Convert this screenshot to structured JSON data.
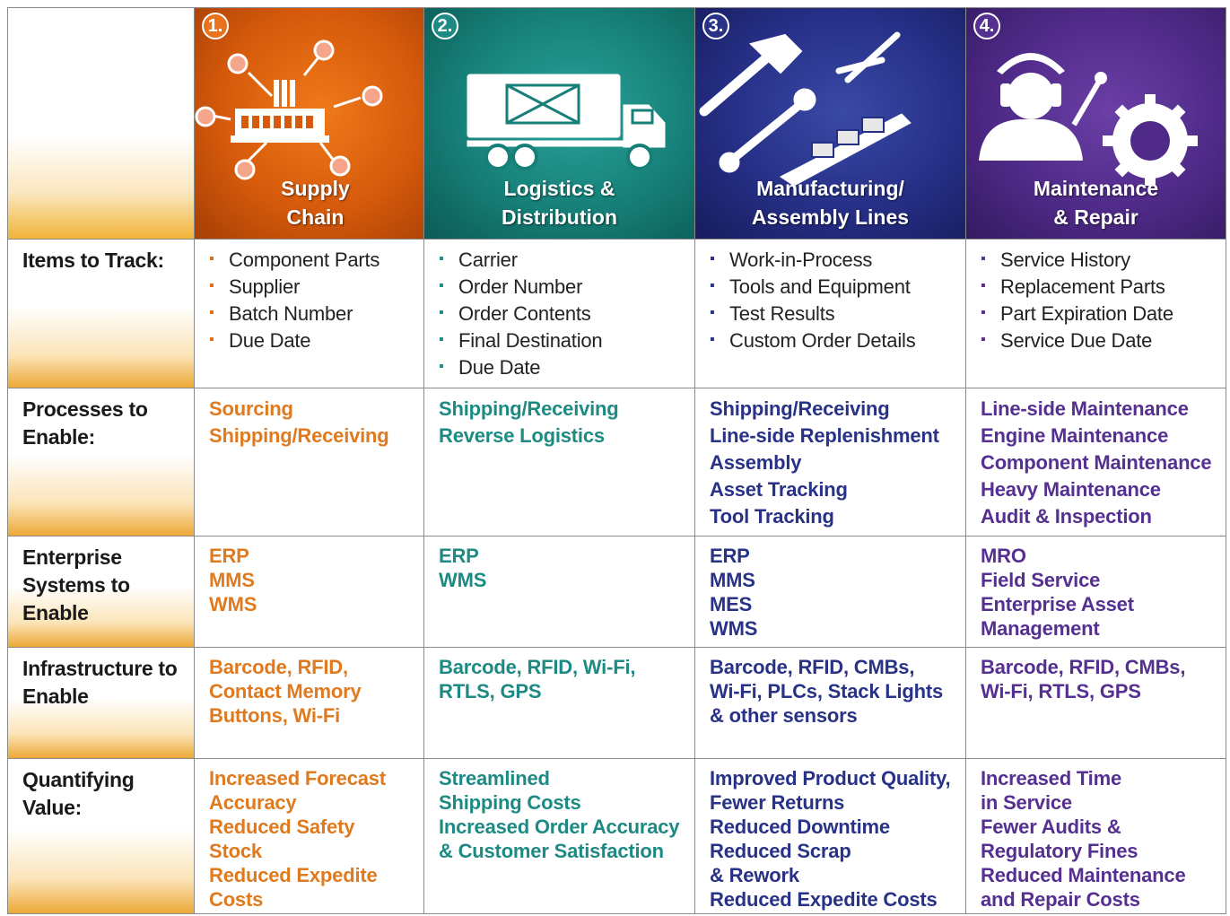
{
  "header": {
    "columns": [
      {
        "num": "1.",
        "title_line1": "Supply",
        "title_line2": "Chain",
        "icon": "factory-network-icon"
      },
      {
        "num": "2.",
        "title_line1": "Logistics &",
        "title_line2": "Distribution",
        "icon": "truck-icon"
      },
      {
        "num": "3.",
        "title_line1": "Manufacturing/",
        "title_line2": "Assembly Lines",
        "icon": "tools-icon"
      },
      {
        "num": "4.",
        "title_line1": "Maintenance",
        "title_line2": "& Repair",
        "icon": "technician-gear-icon"
      }
    ]
  },
  "rows": {
    "items": {
      "label": "Items to Track:",
      "col1": [
        "Component Parts",
        "Supplier",
        "Batch Number",
        "Due Date"
      ],
      "col2": [
        "Carrier",
        "Order Number",
        "Order Contents",
        "Final Destination",
        "Due Date"
      ],
      "col3": [
        "Work-in-Process",
        "Tools and Equipment",
        "Test Results",
        "Custom Order Details"
      ],
      "col4": [
        "Service History",
        "Replacement Parts",
        "Part Expiration Date",
        "Service Due Date"
      ]
    },
    "processes": {
      "label_line1": "Processes to",
      "label_line2": "Enable:",
      "col1": [
        "Sourcing",
        "Shipping/Receiving"
      ],
      "col2": [
        "Shipping/Receiving",
        "Reverse Logistics"
      ],
      "col3": [
        "Shipping/Receiving",
        "Line-side Replenishment",
        "Assembly",
        "Asset Tracking",
        "Tool Tracking"
      ],
      "col4": [
        "Line-side Maintenance",
        "Engine Maintenance",
        "Component Maintenance",
        "Heavy Maintenance",
        "Audit & Inspection"
      ]
    },
    "enterprise": {
      "label_line1": "Enterprise",
      "label_line2": "Systems to",
      "label_line3": "Enable",
      "col1": [
        "ERP",
        "MMS",
        "WMS"
      ],
      "col2": [
        "ERP",
        "WMS"
      ],
      "col3": [
        "ERP",
        "MMS",
        "MES",
        "WMS"
      ],
      "col4": [
        "MRO",
        "Field Service",
        "Enterprise Asset",
        "Management"
      ]
    },
    "infrastructure": {
      "label_line1": "Infrastructure to",
      "label_line2": "Enable",
      "col1": [
        "Barcode, RFID,",
        "Contact Memory",
        "Buttons, Wi-Fi"
      ],
      "col2": [
        "Barcode, RFID, Wi-Fi,",
        "RTLS, GPS"
      ],
      "col3": [
        "Barcode, RFID, CMBs,",
        "Wi-Fi, PLCs, Stack Lights",
        "& other sensors"
      ],
      "col4": [
        "Barcode, RFID, CMBs,",
        "Wi-Fi, RTLS, GPS"
      ]
    },
    "value": {
      "label_line1": "Quantifying",
      "label_line2": "Value:",
      "col1": [
        "Increased Forecast",
        "Accuracy",
        "Reduced Safety",
        "Stock",
        "Reduced Expedite",
        "Costs"
      ],
      "col2": [
        "Streamlined",
        "Shipping Costs",
        "Increased Order Accuracy",
        "& Customer Satisfaction"
      ],
      "col3": [
        "Improved Product Quality,",
        "Fewer Returns",
        "Reduced Downtime",
        "Reduced Scrap",
        "& Rework",
        "Reduced Expedite Costs"
      ],
      "col4": [
        "Increased Time",
        "in Service",
        "Fewer Audits &",
        "Regulatory Fines",
        "Reduced Maintenance",
        "and Repair Costs"
      ]
    }
  },
  "colors": {
    "supply_chain": "#e07a1f",
    "logistics": "#1d8a83",
    "manufacturing": "#283286",
    "maintenance": "#553091",
    "row_label_gradient": "#eda937"
  }
}
